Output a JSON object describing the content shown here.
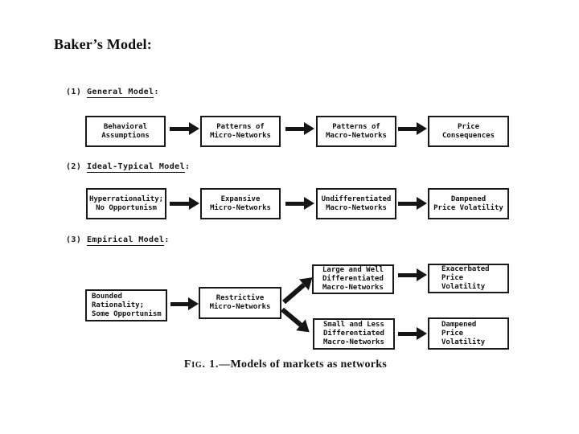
{
  "appearance": {
    "ink_color": "#151515",
    "background_color": "#ffffff"
  },
  "slide": {
    "title": "Baker’s Model:"
  },
  "figure": {
    "sections": [
      {
        "num": "(1)",
        "name": "General Model",
        "colon": ":"
      },
      {
        "num": "(2)",
        "name": "Ideal-Typical Model",
        "colon": ":"
      },
      {
        "num": "(3)",
        "name": "Empirical Model",
        "colon": ":"
      }
    ],
    "boxes": {
      "behavioral": "Behavioral\nAssumptions",
      "patterns_micro": "Patterns of\nMicro-Networks",
      "patterns_macro": "Patterns of\nMacro-Networks",
      "price_consequences": "Price\nConsequences",
      "hyperrationality": "Hyperrationality;\nNo Opportunism",
      "expansive_micro": "Expansive\nMicro-Networks",
      "undifferentiated_macro": "Undifferentiated\nMacro-Networks",
      "dampened_price_volatility": "Dampened\nPrice Volatility",
      "bounded_rationality": "Bounded\nRationality;\nSome Opportunism",
      "restrictive_micro": "Restrictive\nMicro-Networks",
      "large_well_differentiated": "Large and Well\nDifferentiated\nMacro-Networks",
      "exacerbated_volatility": "Exacerbated\nPrice\nVolatility",
      "small_less_differentiated": "Small and Less\nDifferentiated\nMacro-Networks",
      "dampened_volatility": "Dampened\nPrice\nVolatility"
    },
    "caption": {
      "fig_label": "Fig. 1.",
      "text": "—Models of markets as networks"
    }
  }
}
